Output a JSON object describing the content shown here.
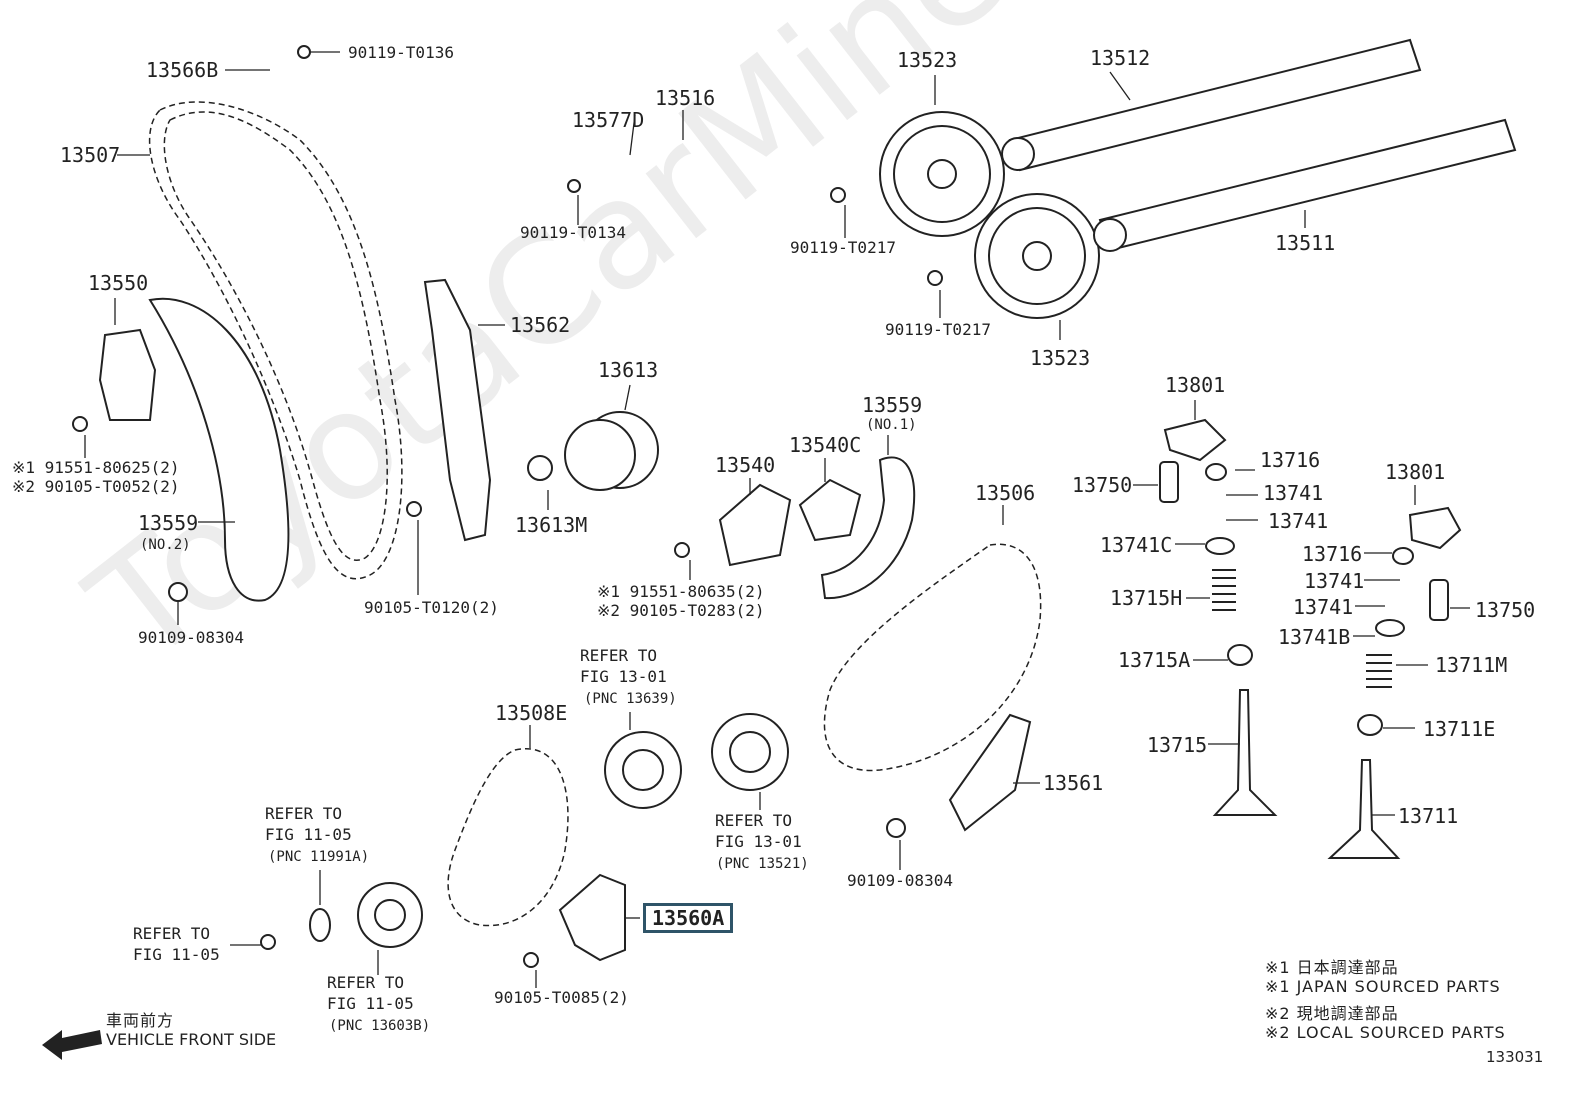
{
  "watermark": "ToyotaCarMine.ru",
  "figure_number": "133031",
  "direction": {
    "jp": "車両前方",
    "en": "VEHICLE FRONT SIDE"
  },
  "legend": [
    "※1 日本調達部品",
    "※1 JAPAN SOURCED PARTS",
    "※2 現地調達部品",
    "※2 LOCAL SOURCED PARTS"
  ],
  "labels": {
    "p13566B": "13566B",
    "p90119_T0136": "90119-T0136",
    "p13507": "13507",
    "p13577D": "13577D",
    "p13516": "13516",
    "p90119_T0134": "90119-T0134",
    "p13523_top": "13523",
    "p13512": "13512",
    "p90119_T0217_a": "90119-T0217",
    "p13511": "13511",
    "p90119_T0217_b": "90119-T0217",
    "p13523_bot": "13523",
    "p13550": "13550",
    "p13562": "13562",
    "p13613": "13613",
    "p91551_80625": "※1 91551-80625(2)",
    "p90105_T0052": "※2 90105-T0052(2)",
    "p13559": "13559",
    "p13559_sub": "(NO.2)",
    "p13613M": "13613M",
    "p90109_08304_a": "90109-08304",
    "p90105_T0120": "90105-T0120(2)",
    "p13540": "13540",
    "p13540C": "13540C",
    "p13559b": "13559",
    "p13559b_sub": "(NO.1)",
    "p91551_80635": "※1 91551-80635(2)",
    "p90105_T0283": "※2 90105-T0283(2)",
    "p13801_a": "13801",
    "p13716_a": "13716",
    "p13750_a": "13750",
    "p13741_a": "13741",
    "p13741_b": "13741",
    "p13741C": "13741C",
    "p13715H": "13715H",
    "p13715A": "13715A",
    "p13715": "13715",
    "p13506": "13506",
    "p13801_b": "13801",
    "p13716_b": "13716",
    "p13741_c": "13741",
    "p13741_d": "13741",
    "p13750_b": "13750",
    "p13741B": "13741B",
    "p13711M": "13711M",
    "p13711E": "13711E",
    "p13711": "13711",
    "refer1": [
      "REFER TO",
      "FIG 13-01",
      "(PNC 13639)"
    ],
    "p13508E": "13508E",
    "refer2": [
      "REFER TO",
      "FIG 13-01",
      "(PNC 13521)"
    ],
    "p13561": "13561",
    "p90109_08304_b": "90109-08304",
    "refer3": [
      "REFER TO",
      "FIG 11-05",
      "(PNC 11991A)"
    ],
    "refer4": [
      "REFER TO",
      "FIG 11-05"
    ],
    "refer5": [
      "REFER TO",
      "FIG 11-05",
      "(PNC 13603B)"
    ],
    "p13560A": "13560A",
    "p90105_T0085": "90105-T0085(2)"
  }
}
